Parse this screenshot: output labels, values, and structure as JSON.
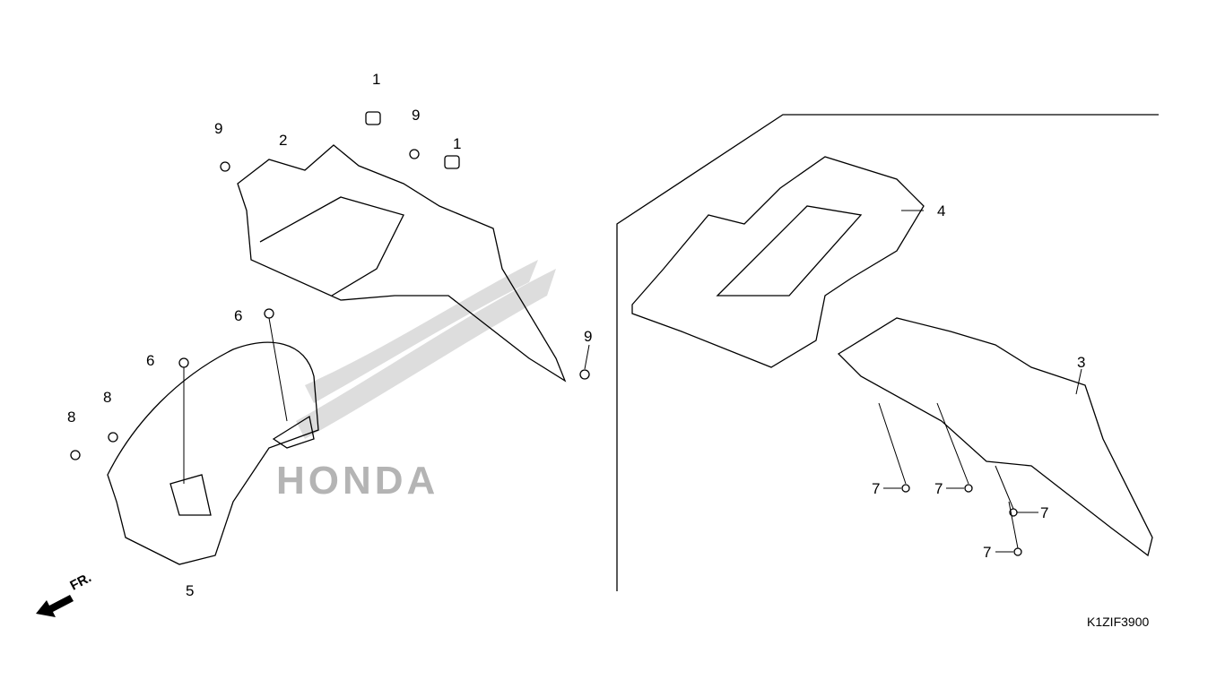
{
  "diagram": {
    "code": "K1ZIF3900",
    "front_marker": "FR.",
    "watermark": "HONDA",
    "callouts": [
      {
        "id": "c1a",
        "label": "1"
      },
      {
        "id": "c9a",
        "label": "9"
      },
      {
        "id": "c2",
        "label": "2"
      },
      {
        "id": "c9b",
        "label": "9"
      },
      {
        "id": "c1b",
        "label": "1"
      },
      {
        "id": "c6a",
        "label": "6"
      },
      {
        "id": "c6b",
        "label": "6"
      },
      {
        "id": "c9c",
        "label": "9"
      },
      {
        "id": "c8a",
        "label": "8"
      },
      {
        "id": "c8b",
        "label": "8"
      },
      {
        "id": "c5",
        "label": "5"
      },
      {
        "id": "c4",
        "label": "4"
      },
      {
        "id": "c3",
        "label": "3"
      },
      {
        "id": "c7a",
        "label": "7"
      },
      {
        "id": "c7b",
        "label": "7"
      },
      {
        "id": "c7c",
        "label": "7"
      },
      {
        "id": "c7d",
        "label": "7"
      }
    ]
  }
}
